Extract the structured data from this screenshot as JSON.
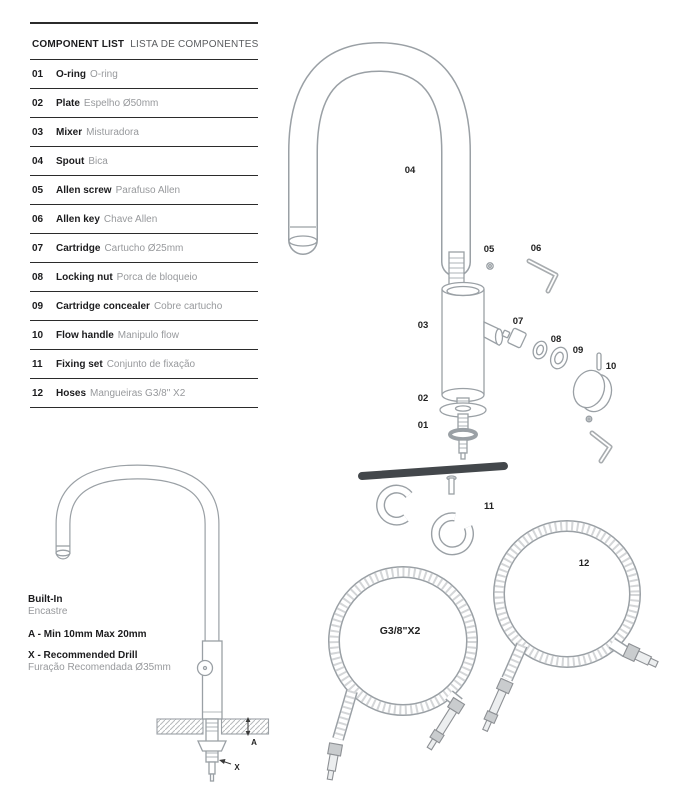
{
  "component_list": {
    "title_en": "COMPONENT LIST",
    "title_pt": "LISTA DE COMPONENTES",
    "items": [
      {
        "num": "01",
        "en": "O-ring",
        "pt": "O-ring"
      },
      {
        "num": "02",
        "en": "Plate",
        "pt": "Espelho Ø50mm"
      },
      {
        "num": "03",
        "en": "Mixer",
        "pt": "Misturadora"
      },
      {
        "num": "04",
        "en": "Spout",
        "pt": "Bica"
      },
      {
        "num": "05",
        "en": "Allen screw",
        "pt": "Parafuso Allen"
      },
      {
        "num": "06",
        "en": "Allen key",
        "pt": "Chave Allen"
      },
      {
        "num": "07",
        "en": "Cartridge",
        "pt": "Cartucho Ø25mm"
      },
      {
        "num": "08",
        "en": "Locking nut",
        "pt": "Porca de bloqueio"
      },
      {
        "num": "09",
        "en": "Cartridge concealer",
        "pt": "Cobre cartucho"
      },
      {
        "num": "10",
        "en": "Flow handle",
        "pt": "Manipulo flow"
      },
      {
        "num": "11",
        "en": "Fixing set",
        "pt": "Conjunto de fixação"
      },
      {
        "num": "12",
        "en": "Hoses",
        "pt": "Mangueiras G3/8\" X2"
      }
    ]
  },
  "built_in": {
    "title_en": "Built-In",
    "title_pt": "Encastre",
    "note_a": "A - Min 10mm Max 20mm",
    "note_x_en": "X - Recommended Drill",
    "note_x_pt": "Furação Recomendada Ø35mm",
    "dim_a_label": "A",
    "dim_x_label": "X"
  },
  "exploded": {
    "labels": {
      "l01": "01",
      "l02": "02",
      "l03": "03",
      "l04": "04",
      "l05": "05",
      "l06": "06",
      "l07": "07",
      "l08": "08",
      "l09": "09",
      "l10": "10",
      "l11": "11",
      "l12": "12"
    },
    "hose_spec": "G3/8\"X2"
  }
}
